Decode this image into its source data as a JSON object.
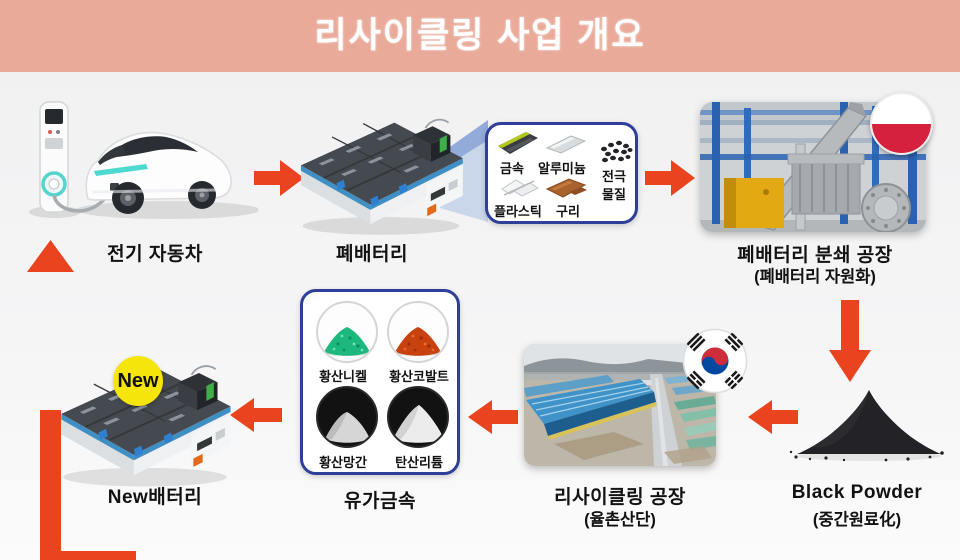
{
  "header": {
    "title": "리사이클링 사업 개요"
  },
  "colors": {
    "header_bg": "#e9aa99",
    "title_text": "#ffffff",
    "arrow": "#e9431f",
    "callout_border": "#2e3f9a",
    "content_bg": "#f4f4f5",
    "new_badge_bg": "#f6e50a"
  },
  "nodes": {
    "ev": {
      "label": "전기 자동차"
    },
    "waste_battery": {
      "label": "폐배터리"
    },
    "materials": {
      "metal": "금속",
      "aluminum": "알루미늄",
      "electrode_line1": "전극",
      "electrode_line2": "물질",
      "plastic": "플라스틱",
      "copper": "구리"
    },
    "crush_plant": {
      "label": "폐배터리 분쇄 공장",
      "sublabel": "(폐배터리 자원화)",
      "flag": "poland"
    },
    "black_powder": {
      "label": "Black Powder",
      "sublabel": "(중간원료化)"
    },
    "recycling_plant": {
      "label": "리사이클링 공장",
      "sublabel": "(율촌산단)",
      "flag": "south-korea"
    },
    "valuable_metals": {
      "label": "유가금속",
      "nickel": "황산니켈",
      "cobalt": "황산코발트",
      "manganese": "황산망간",
      "lithium": "탄산리튬"
    },
    "new_battery": {
      "label": "New배터리",
      "badge": "New"
    }
  }
}
